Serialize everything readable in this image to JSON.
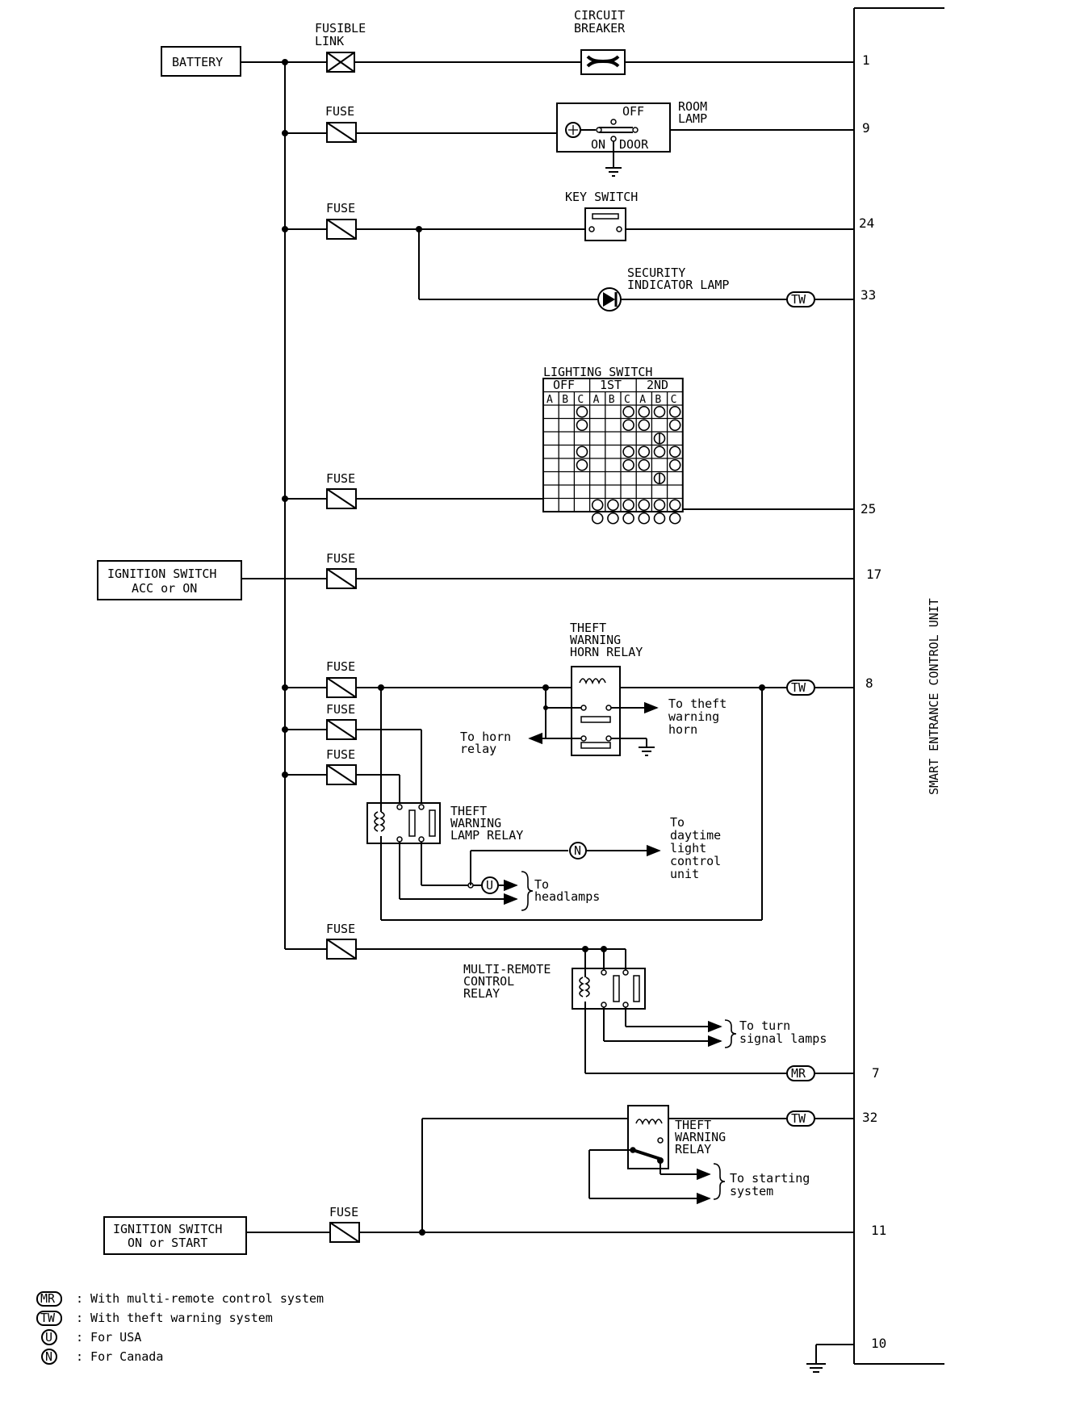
{
  "components": {
    "battery": "BATTERY",
    "fusible_link": [
      "FUSIBLE",
      "LINK"
    ],
    "circuit_breaker": [
      "CIRCUIT",
      "BREAKER"
    ],
    "fuse": "FUSE",
    "room_lamp": [
      "ROOM",
      "LAMP"
    ],
    "room_lamp_off": "OFF",
    "room_lamp_on": "ON",
    "room_lamp_door": "DOOR",
    "key_switch": "KEY SWITCH",
    "security_lamp": [
      "SECURITY",
      "INDICATOR LAMP"
    ],
    "lighting_switch": "LIGHTING SWITCH",
    "lighting_positions": [
      "OFF",
      "1ST",
      "2ND"
    ],
    "lighting_cols": [
      "A",
      "B",
      "C",
      "A",
      "B",
      "C",
      "A",
      "B",
      "C"
    ],
    "ign_acc": [
      "IGNITION SWITCH",
      "ACC or ON"
    ],
    "horn_relay": [
      "THEFT",
      "WARNING",
      "HORN RELAY"
    ],
    "to_theft_horn": [
      "To theft",
      "warning",
      "horn"
    ],
    "to_horn_relay": [
      "To horn",
      "relay"
    ],
    "lamp_relay": [
      "THEFT",
      "WARNING",
      "LAMP RELAY"
    ],
    "to_daytime": [
      "To",
      "daytime",
      "light",
      "control",
      "unit"
    ],
    "to_headlamps": [
      "To",
      "headlamps"
    ],
    "multi_remote": [
      "MULTI-REMOTE",
      "CONTROL",
      "RELAY"
    ],
    "to_turn": [
      "To turn",
      "signal lamps"
    ],
    "theft_relay": [
      "THEFT",
      "WARNING",
      "RELAY"
    ],
    "to_starting": [
      "To starting",
      "system"
    ],
    "ign_start": [
      "IGNITION SWITCH",
      "ON or START"
    ],
    "control_unit": "SMART ENTRANCE CONTROL UNIT"
  },
  "badges": {
    "tw": "TW",
    "mr": "MR",
    "u": "U",
    "n": "N"
  },
  "pins": [
    "1",
    "9",
    "24",
    "33",
    "25",
    "17",
    "8",
    "7",
    "32",
    "11",
    "10"
  ],
  "legend": [
    {
      "symbol": "MR",
      "text": ": With multi-remote control system"
    },
    {
      "symbol": "TW",
      "text": ": With theft warning system"
    },
    {
      "symbol": "U",
      "text": ": For USA"
    },
    {
      "symbol": "N",
      "text": ": For Canada"
    }
  ]
}
